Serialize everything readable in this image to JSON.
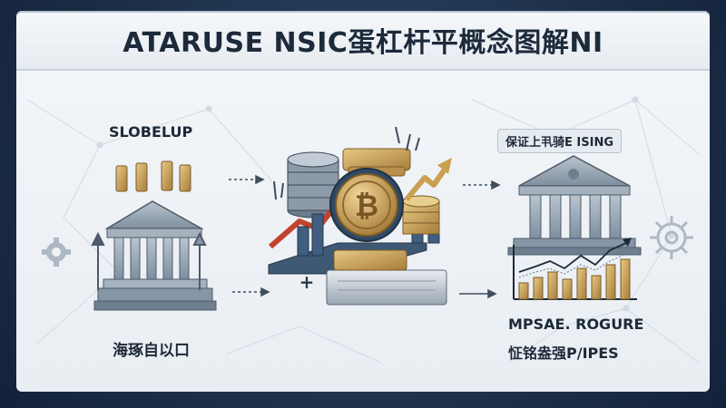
{
  "title": "ATARUSE NSIC蛋杠杆平概念图解NI",
  "left": {
    "heading": "SLOBELUP",
    "caption": "海琢自以口"
  },
  "right": {
    "badge": "保证上丮骑E ISING",
    "caption_line1": "MPSAE. ROGURE",
    "caption_line2": "怔铭盎强P/IPES"
  },
  "center": {
    "plus": "+",
    "coin_symbol": "₿"
  },
  "icons": [
    "gear-icon",
    "bank-building-icon",
    "gold-bar-icon",
    "coin-stack-icon",
    "bitcoin-coin-icon",
    "up-arrow-icon",
    "bar-chart-icon"
  ],
  "colors": {
    "gold": "#c9a15a",
    "stone": "#8f9dac",
    "arrow_red": "#c2432c",
    "arrow_gold": "#c9a04f",
    "navy": "#1f3450"
  }
}
